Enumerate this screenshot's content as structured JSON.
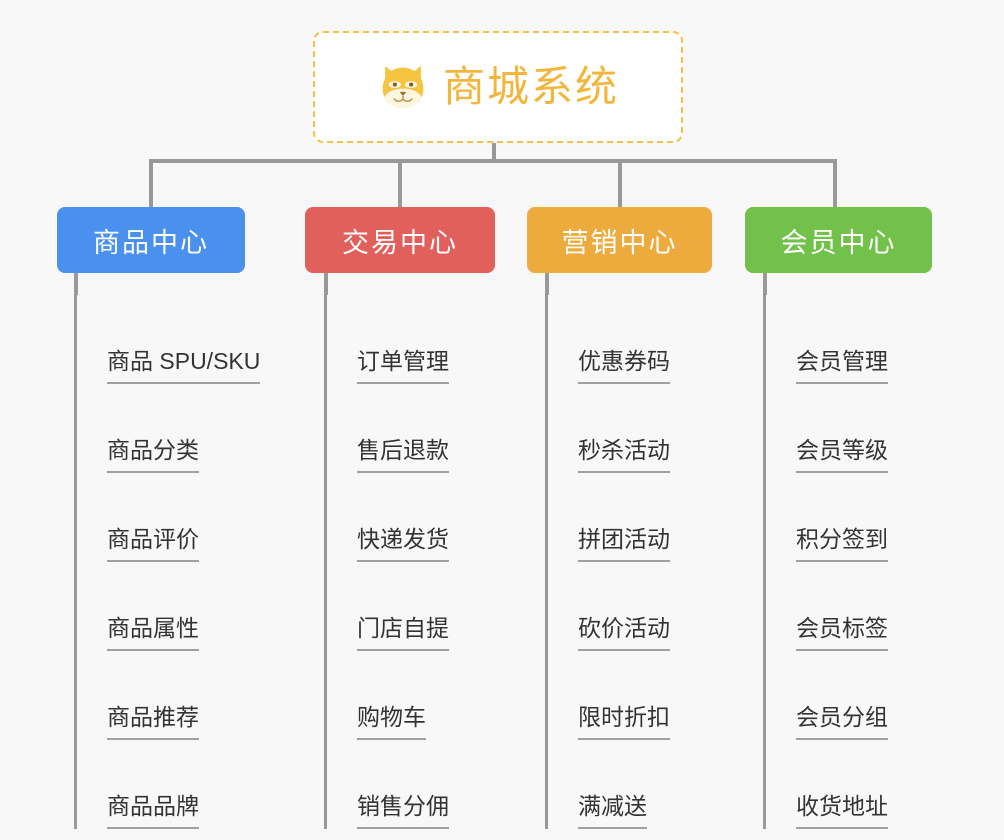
{
  "background_color": "#f8f8f8",
  "root": {
    "title": "商城系统",
    "logo_icon": "shiba-dog-icon",
    "border_color": "#f2c14a",
    "text_color": "#f2b63c",
    "background": "#ffffff"
  },
  "connector_color": "#999999",
  "columns": [
    {
      "id": "product-center",
      "label": "商品中心",
      "color": "#4a90ee",
      "items": [
        "商品 SPU/SKU",
        "商品分类",
        "商品评价",
        "商品属性",
        "商品推荐",
        "商品品牌"
      ]
    },
    {
      "id": "trade-center",
      "label": "交易中心",
      "color": "#e2605c",
      "items": [
        "订单管理",
        "售后退款",
        "快递发货",
        "门店自提",
        "购物车",
        "销售分佣"
      ]
    },
    {
      "id": "marketing-center",
      "label": "营销中心",
      "color": "#eeab3d",
      "items": [
        "优惠券码",
        "秒杀活动",
        "拼团活动",
        "砍价活动",
        "限时折扣",
        "满减送"
      ]
    },
    {
      "id": "member-center",
      "label": "会员中心",
      "color": "#72c14a",
      "items": [
        "会员管理",
        "会员等级",
        "积分签到",
        "会员标签",
        "会员分组",
        "收货地址"
      ]
    }
  ]
}
